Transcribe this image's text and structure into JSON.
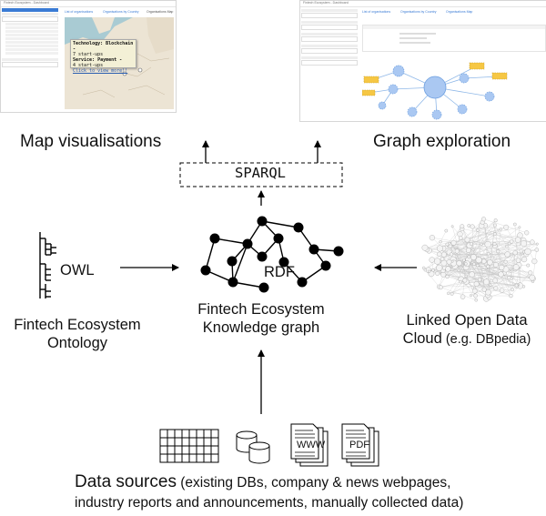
{
  "map_view": {
    "label": "Map visualisations",
    "app_title": "Fintech Ecosystem - Dashboard",
    "tabs": [
      "List of organisations",
      "Organisations by Country",
      "Organisations Map"
    ],
    "popup": {
      "line1": "Technology: Blockchain -",
      "line2": "7 start-ups",
      "line3": "Service: Payment -",
      "line4": "4 start-ups",
      "link": "Click to view more!!"
    }
  },
  "graph_view": {
    "label": "Graph exploration",
    "app_title": "Fintech Ecosystem - Dashboard",
    "tabs": [
      "List of organisations",
      "Organisations by Country",
      "Organisations Map"
    ]
  },
  "sparql": {
    "label": "SPARQL"
  },
  "ontology": {
    "owl_label": "OWL",
    "caption_line1": "Fintech Ecosystem",
    "caption_line2": "Ontology"
  },
  "knowledge_graph": {
    "rdf_label": "RDF",
    "caption_line1": "Fintech Ecosystem",
    "caption_line2": "Knowledge graph"
  },
  "lod": {
    "caption_line1": "Linked Open Data",
    "caption_line2_main": "Cloud",
    "caption_line2_note": " (e.g. DBpedia)"
  },
  "data_sources": {
    "www_label": "WWW",
    "pdf_label": "PDF",
    "title_main": "Data sources",
    "title_note": " (existing DBs, company & news webpages,",
    "line2": "industry reports and announcements, manually collected data)"
  }
}
